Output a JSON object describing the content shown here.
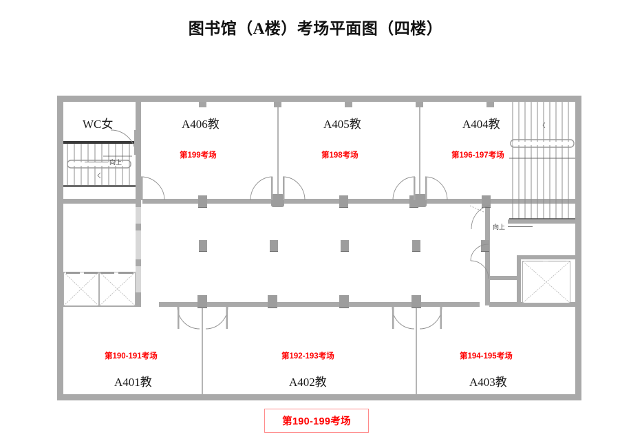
{
  "title": "图书馆（A楼）考场平面图（四楼）",
  "legend": {
    "label": "第190-199考场",
    "border_color": "#ff8a8a",
    "text_color": "#ff0000"
  },
  "colors": {
    "wall": "#a9a9a9",
    "partition": "#b4b4b4",
    "room_text": "#1a1a1a",
    "exam_text": "#ff0000",
    "background": "#ffffff"
  },
  "floor": {
    "building": "图书馆（A楼）",
    "level": "四楼"
  },
  "rooms": [
    {
      "id": "wc-female",
      "name": "WC女",
      "exam": ""
    },
    {
      "id": "a406",
      "name": "A406教",
      "exam": "第199考场"
    },
    {
      "id": "a405",
      "name": "A405教",
      "exam": "第198考场"
    },
    {
      "id": "a404",
      "name": "A404教",
      "exam": "第196-197考场"
    },
    {
      "id": "a401",
      "name": "A401教",
      "exam": "第190-191考场"
    },
    {
      "id": "a402",
      "name": "A402教",
      "exam": "第192-193考场"
    },
    {
      "id": "a403",
      "name": "A403教",
      "exam": "第194-195考场"
    }
  ],
  "stairs": [
    {
      "id": "stair-left",
      "direction_label": "向上"
    },
    {
      "id": "stair-right",
      "direction_label": "向上"
    }
  ],
  "shafts": [
    {
      "id": "shaft-left-1"
    },
    {
      "id": "shaft-left-2"
    },
    {
      "id": "shaft-right-1"
    }
  ]
}
